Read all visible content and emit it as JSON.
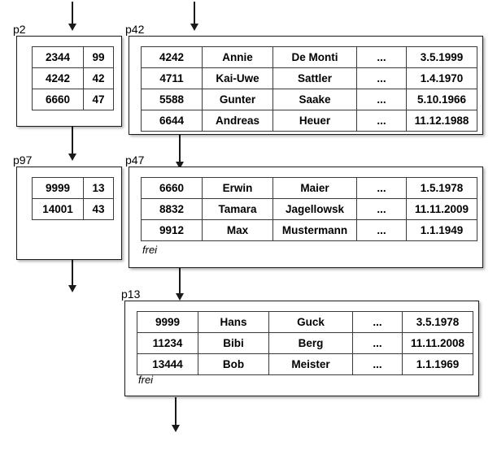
{
  "diagram": {
    "title": "B-tree index with leaf data pages",
    "background_color": "#ffffff",
    "line_color": "#1a1a1a"
  },
  "index_nodes": [
    {
      "id": "p2",
      "label": "p2",
      "kind": "index-node",
      "rows": [
        {
          "key": "2344",
          "pointer": "99"
        },
        {
          "key": "4242",
          "pointer": "42"
        },
        {
          "key": "6660",
          "pointer": "47"
        }
      ]
    },
    {
      "id": "p97",
      "label": "p97",
      "kind": "index-node",
      "rows": [
        {
          "key": "9999",
          "pointer": "13"
        },
        {
          "key": "14001",
          "pointer": "43"
        }
      ]
    }
  ],
  "data_nodes": [
    {
      "id": "p42",
      "label": "p42",
      "kind": "data-node",
      "free_label": "",
      "rows": [
        {
          "c0": "4242",
          "c1": "Annie",
          "c2": "De Monti",
          "c3": "...",
          "c4": "3.5.1999"
        },
        {
          "c0": "4711",
          "c1": "Kai-Uwe",
          "c2": "Sattler",
          "c3": "...",
          "c4": "1.4.1970"
        },
        {
          "c0": "5588",
          "c1": "Gunter",
          "c2": "Saake",
          "c3": "...",
          "c4": "5.10.1966"
        },
        {
          "c0": "6644",
          "c1": "Andreas",
          "c2": "Heuer",
          "c3": "...",
          "c4": "11.12.1988"
        }
      ]
    },
    {
      "id": "p47",
      "label": "p47",
      "kind": "data-node",
      "free_label": "frei",
      "rows": [
        {
          "c0": "6660",
          "c1": "Erwin",
          "c2": "Maier",
          "c3": "...",
          "c4": "1.5.1978"
        },
        {
          "c0": "8832",
          "c1": "Tamara",
          "c2": "Jagellowsk",
          "c3": "...",
          "c4": "11.11.2009"
        },
        {
          "c0": "9912",
          "c1": "Max",
          "c2": "Mustermann",
          "c3": "...",
          "c4": "1.1.1949"
        }
      ]
    },
    {
      "id": "p13",
      "label": "p13",
      "kind": "data-node",
      "free_label": "frei",
      "rows": [
        {
          "c0": "9999",
          "c1": "Hans",
          "c2": "Guck",
          "c3": "...",
          "c4": "3.5.1978"
        },
        {
          "c0": "11234",
          "c1": "Bibi",
          "c2": "Berg",
          "c3": "...",
          "c4": "11.11.2008"
        },
        {
          "c0": "13444",
          "c1": "Bob",
          "c2": "Meister",
          "c3": "...",
          "c4": "1.1.1969"
        }
      ]
    }
  ],
  "arrows": [
    {
      "id": "arrow-into-p2",
      "from": "top-edge",
      "to": "p2"
    },
    {
      "id": "arrow-p2-to-p97",
      "from": "p2",
      "to": "p97"
    },
    {
      "id": "arrow-p97-out",
      "from": "p97",
      "to": "below"
    },
    {
      "id": "arrow-into-p42",
      "from": "top-edge",
      "to": "p42"
    },
    {
      "id": "arrow-p42-to-p47",
      "from": "p42",
      "to": "p47"
    },
    {
      "id": "arrow-p47-to-p13",
      "from": "p47",
      "to": "p13"
    },
    {
      "id": "arrow-p13-out",
      "from": "p13",
      "to": "below"
    }
  ]
}
